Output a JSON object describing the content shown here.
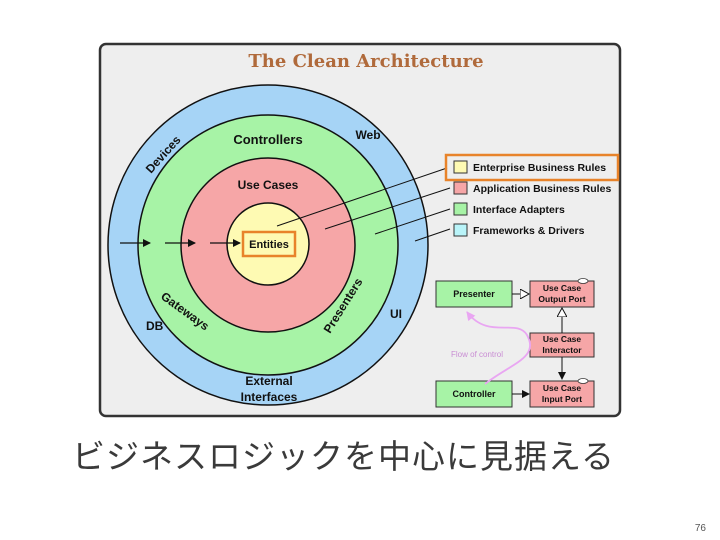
{
  "title": "The Clean Architecture",
  "rings": {
    "frameworks": {
      "labels": [
        "Devices",
        "Web",
        "DB",
        "UI",
        "External",
        "Interfaces"
      ]
    },
    "adapters": {
      "labels": [
        "Controllers",
        "Gateways",
        "Presenters"
      ]
    },
    "use_cases": {
      "label": "Use Cases"
    },
    "entities": {
      "label": "Entities"
    }
  },
  "legend": [
    {
      "label": "Enterprise Business Rules",
      "color": "#fefab3",
      "highlighted": true
    },
    {
      "label": "Application Business Rules",
      "color": "#f6a6a7",
      "highlighted": false
    },
    {
      "label": "Interface Adapters",
      "color": "#a7f3a6",
      "highlighted": false
    },
    {
      "label": "Frameworks & Drivers",
      "color": "#b9f4f9",
      "highlighted": false
    }
  ],
  "flow": {
    "presenter": "Presenter",
    "controller": "Controller",
    "output_port": [
      "Use Case",
      "Output Port"
    ],
    "interactor": [
      "Use Case",
      "Interactor"
    ],
    "input_port": [
      "Use Case",
      "Input Port"
    ],
    "flow_label": "Flow of control"
  },
  "caption": "ビジネスロジックを中心に見据える",
  "page_number": "76",
  "colors": {
    "frameworks": "#a6d4f6",
    "adapters": "#a7f3a6",
    "use_cases": "#f6a6a7",
    "entities": "#fefab3",
    "highlight": "#e8832a",
    "title": "#b06a3b",
    "flow_arrow": "#e9a6f2"
  }
}
